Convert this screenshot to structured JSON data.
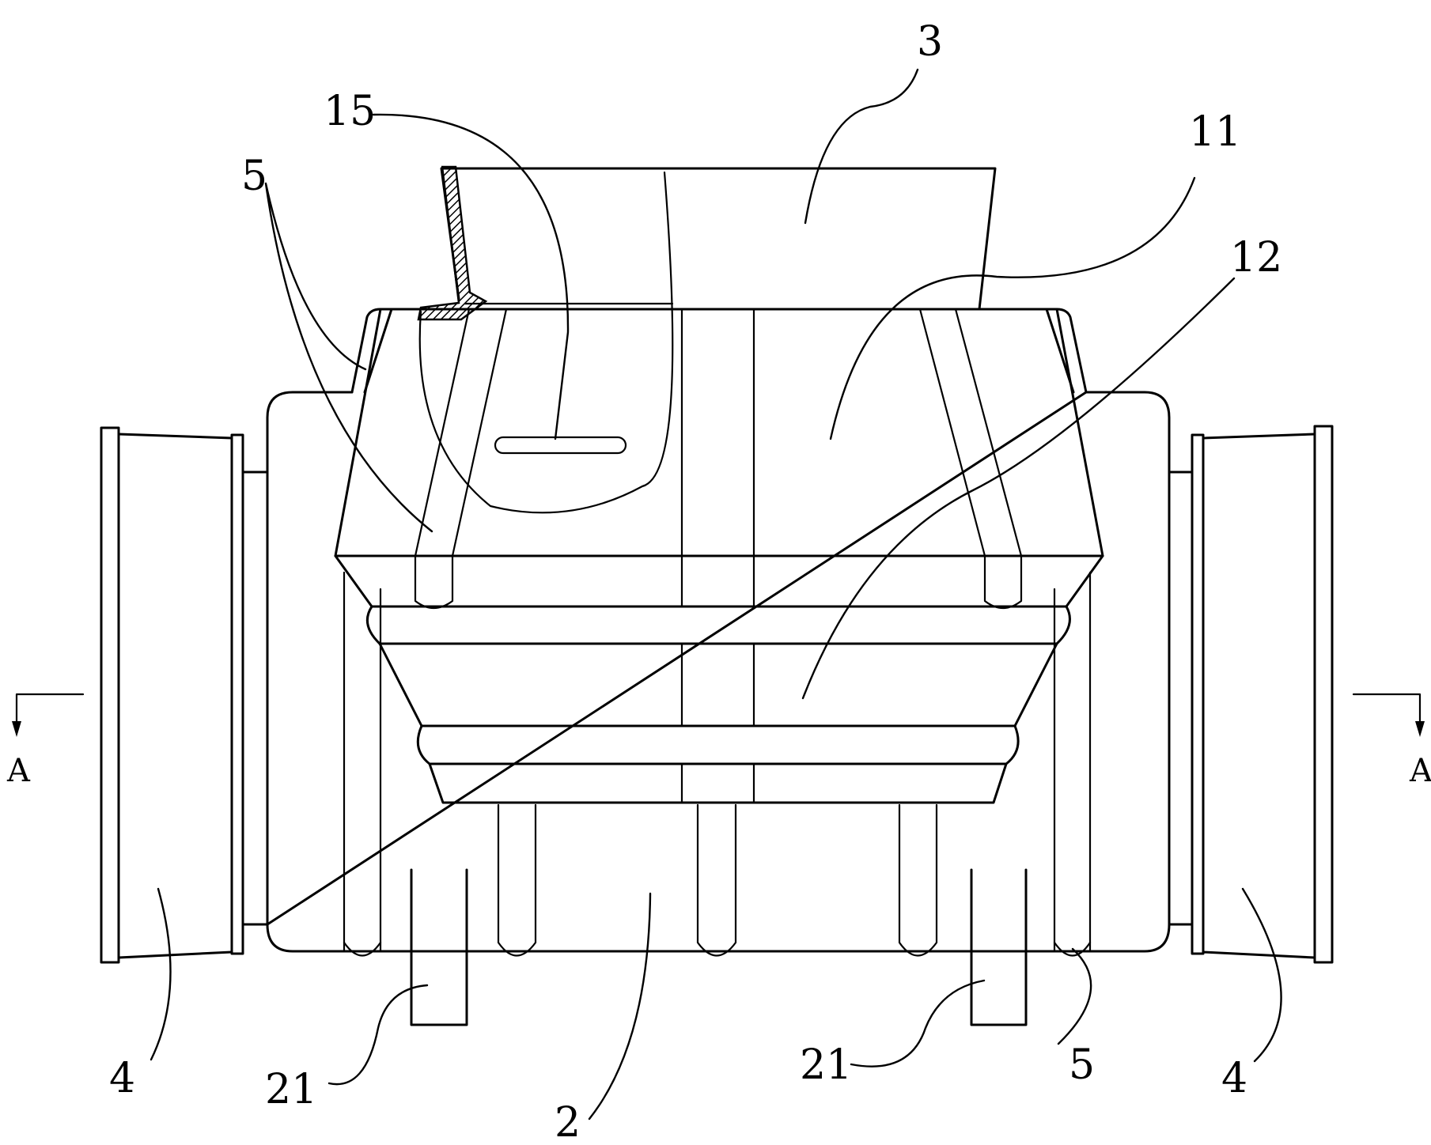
{
  "labels": {
    "label_3": "3",
    "label_15": "15",
    "label_11": "11",
    "label_12": "12",
    "label_5_top": "5",
    "label_5_bottom": "5",
    "label_4_left": "4",
    "label_4_right": "4",
    "label_21_left": "21",
    "label_21_right": "21",
    "label_2": "2",
    "section_a_left": "A",
    "section_a_right": "A"
  },
  "colors": {
    "line": "#000000",
    "background": "#ffffff"
  }
}
